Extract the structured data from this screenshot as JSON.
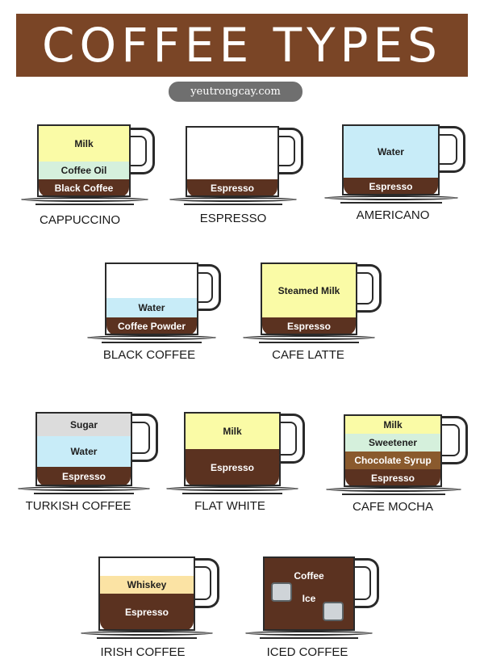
{
  "title": "COFFEE TYPES",
  "source": "yeutrongcay.com",
  "colors": {
    "banner": "#7a4526",
    "espresso": "#5b3220",
    "milk": "#fafba6",
    "coffee_oil": "#d5f0dc",
    "water": "#c8ecf8",
    "sugar": "#dcdcdc",
    "whiskey": "#fbe3a4",
    "chocolate_syrup": "#8a5a2d"
  },
  "cups": [
    {
      "name": "CAPPUCCINO",
      "layers": [
        "Milk",
        "Coffee Oil",
        "Black Coffee"
      ]
    },
    {
      "name": "ESPRESSO",
      "layers": [
        "Espresso"
      ]
    },
    {
      "name": "AMERICANO",
      "layers": [
        "Water",
        "Espresso"
      ]
    },
    {
      "name": "BLACK COFFEE",
      "layers": [
        "Water",
        "Coffee Powder"
      ]
    },
    {
      "name": "CAFE LATTE",
      "layers": [
        "Steamed Milk",
        "Espresso"
      ]
    },
    {
      "name": "TURKISH COFFEE",
      "layers": [
        "Sugar",
        "Water",
        "Espresso"
      ]
    },
    {
      "name": "FLAT WHITE",
      "layers": [
        "Milk",
        "Espresso"
      ]
    },
    {
      "name": "CAFE MOCHA",
      "layers": [
        "Milk",
        "Sweetener",
        "Chocolate Syrup",
        "Espresso"
      ]
    },
    {
      "name": "IRISH COFFEE",
      "layers": [
        "Whiskey",
        "Espresso"
      ]
    },
    {
      "name": "ICED COFFEE",
      "layers": [
        "Coffee",
        "Ice"
      ]
    }
  ]
}
